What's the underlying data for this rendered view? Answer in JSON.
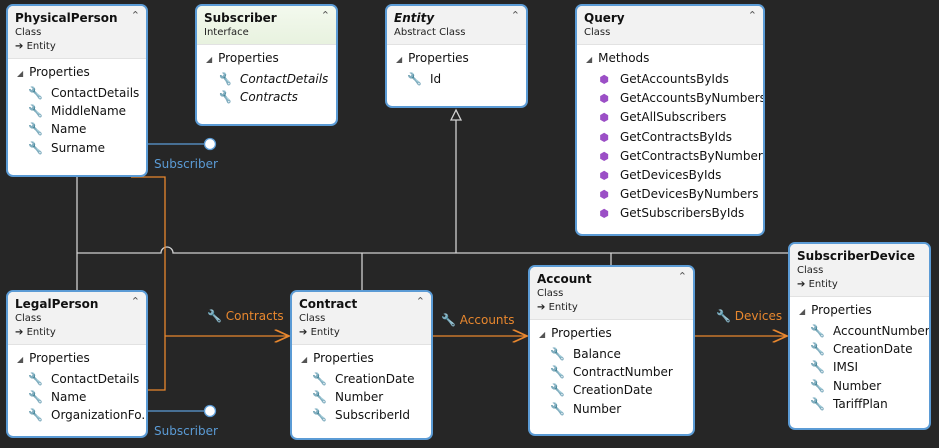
{
  "physical_person": {
    "name": "PhysicalPerson",
    "kind": "Class",
    "base": "Entity",
    "section": "Properties",
    "items": [
      "ContactDetails",
      "MiddleName",
      "Name",
      "Surname"
    ]
  },
  "subscriber": {
    "name": "Subscriber",
    "kind": "Interface",
    "section": "Properties",
    "items": [
      "ContactDetails",
      "Contracts"
    ]
  },
  "entity": {
    "name": "Entity",
    "kind": "Abstract Class",
    "section": "Properties",
    "items": [
      "Id"
    ]
  },
  "query": {
    "name": "Query",
    "kind": "Class",
    "section": "Methods",
    "items": [
      "GetAccountsByIds",
      "GetAccountsByNumbers",
      "GetAllSubscribers",
      "GetContractsByIds",
      "GetContractsByNumbers",
      "GetDevicesByIds",
      "GetDevicesByNumbers",
      "GetSubscribersByIds"
    ]
  },
  "legal_person": {
    "name": "LegalPerson",
    "kind": "Class",
    "base": "Entity",
    "section": "Properties",
    "items": [
      "ContactDetails",
      "Name",
      "OrganizationFo..."
    ]
  },
  "contract": {
    "name": "Contract",
    "kind": "Class",
    "base": "Entity",
    "section": "Properties",
    "items": [
      "CreationDate",
      "Number",
      "SubscriberId"
    ]
  },
  "account": {
    "name": "Account",
    "kind": "Class",
    "base": "Entity",
    "section": "Properties",
    "items": [
      "Balance",
      "ContractNumber",
      "CreationDate",
      "Number"
    ]
  },
  "subscriber_device": {
    "name": "SubscriberDevice",
    "kind": "Class",
    "base": "Entity",
    "section": "Properties",
    "items": [
      "AccountNumber",
      "CreationDate",
      "IMSI",
      "Number",
      "TariffPlan"
    ]
  },
  "associations": {
    "contracts": "Contracts",
    "accounts": "Accounts",
    "devices": "Devices",
    "subscriber_top": "Subscriber",
    "subscriber_bottom": "Subscriber"
  },
  "colors": {
    "box_border": "#5b9bd5",
    "association": "#e8872e",
    "inheritance": "#d0d0d0",
    "lollipop": "#5b9bd5"
  },
  "icons": {
    "property": "wrench-icon",
    "method": "method-cube-icon",
    "inherits": "arrow-right-icon",
    "collapse": "double-chevron-up-icon"
  }
}
